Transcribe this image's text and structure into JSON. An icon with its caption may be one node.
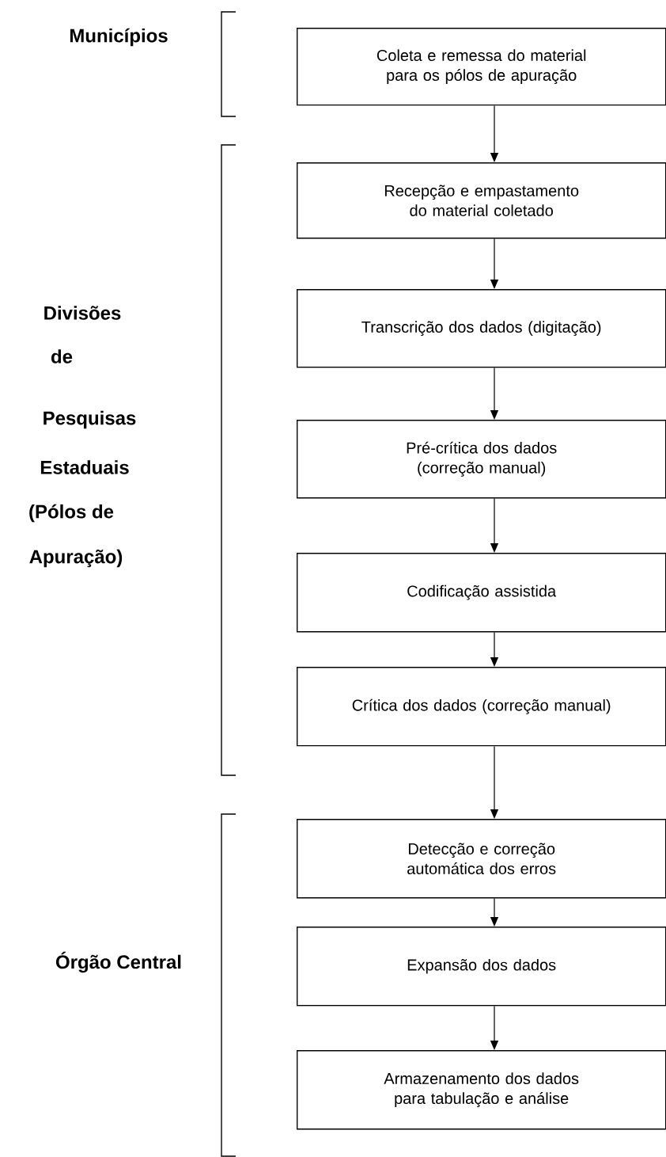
{
  "diagram": {
    "nodes": [
      {
        "text": [
          "Coleta e remessa do material para os pólos de apuração"
        ]
      },
      {
        "text": [
          "Recepção e empastamento do material coletado"
        ]
      },
      {
        "text": [
          "Transcrição dos dados (digitação)"
        ]
      },
      {
        "text": [
          "Pré-crítica dos dados (correção manual)"
        ]
      },
      {
        "text": [
          "Codificação assistida"
        ]
      },
      {
        "text": [
          "Crítica dos dados (correção manual)"
        ]
      },
      {
        "text": [
          "Detecção e correção automática dos erros"
        ]
      },
      {
        "text": [
          "Expansão dos dados"
        ]
      },
      {
        "text": [
          "Armazenamento dos dados para tabulação e análise"
        ]
      }
    ],
    "edges": [
      {
        "from": 0,
        "to": 1,
        "arrow": "to"
      },
      {
        "from": 1,
        "to": 2,
        "arrow": "to"
      },
      {
        "from": 2,
        "to": 3,
        "arrow": "to"
      },
      {
        "from": 3,
        "to": 4,
        "arrow": "to"
      },
      {
        "from": 4,
        "to": 5,
        "arrow": "to"
      },
      {
        "from": 5,
        "to": 6,
        "arrow": "to"
      },
      {
        "from": 6,
        "to": 7,
        "arrow": "to"
      },
      {
        "from": 7,
        "to": 8,
        "arrow": "to"
      }
    ],
    "labels": [
      "Municípios",
      "Divisões",
      "de",
      "Pesquisas",
      "Estaduais",
      "(Pólos de",
      "Apuração)",
      "Órgão Central"
    ]
  }
}
